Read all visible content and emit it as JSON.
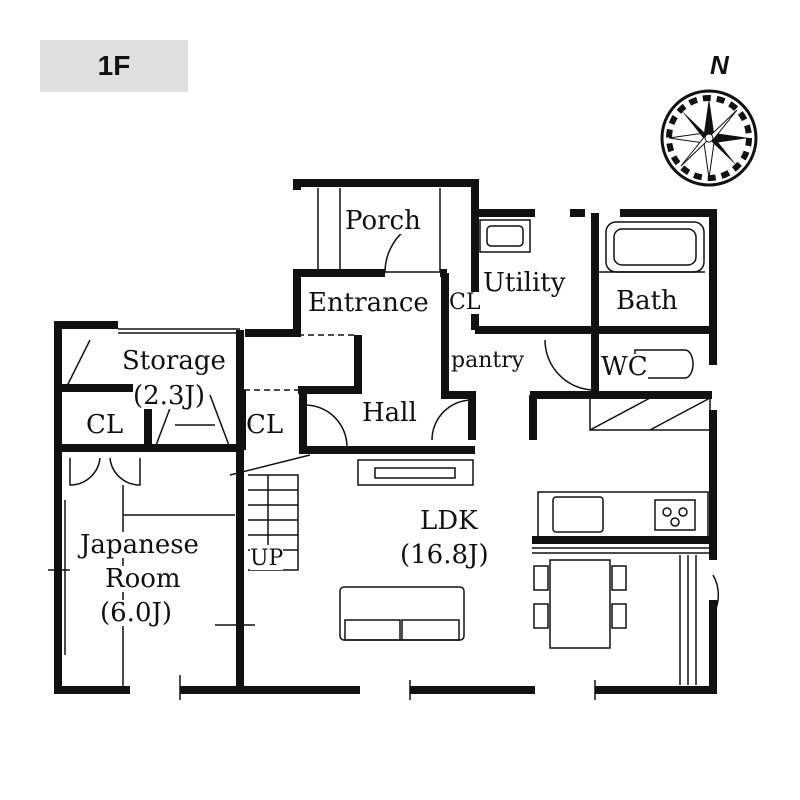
{
  "floor_label": "1F",
  "compass": {
    "north_label": "N"
  },
  "rooms": {
    "porch": "Porch",
    "entrance": "Entrance",
    "entrance_cl": "CL",
    "utility": "Utility",
    "bath": "Bath",
    "pantry": "pantry",
    "wc": "WC",
    "storage": "Storage",
    "storage_size": "(2.3J)",
    "hall": "Hall",
    "cl_left": "CL",
    "cl_mid": "CL",
    "japanese_room": "Japanese",
    "japanese_room_2": "Room",
    "japanese_size": "(6.0J)",
    "ldk": "LDK",
    "ldk_size": "(16.8J)",
    "stairs_up": "UP"
  }
}
